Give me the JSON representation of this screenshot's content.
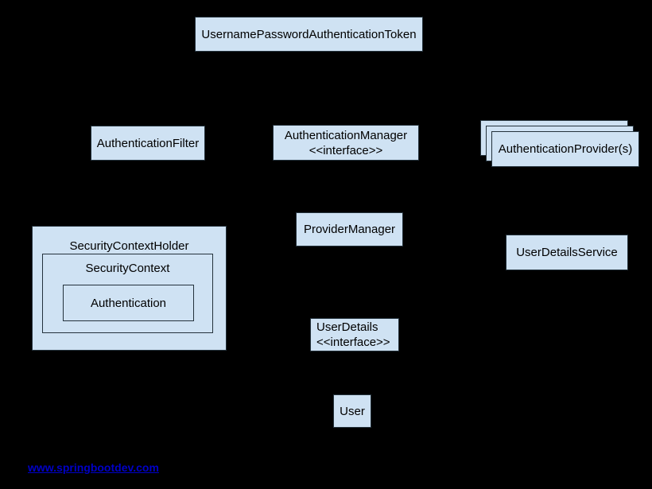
{
  "colors": {
    "background": "#000000",
    "node_fill": "#cfe2f3",
    "node_border": "#24323c",
    "node_text": "#000000",
    "link_color": "#0000c8"
  },
  "nodes": {
    "token": {
      "label": "UsernamePasswordAuthenticationToken"
    },
    "authentication_filter": {
      "label": "AuthenticationFilter"
    },
    "authentication_manager": {
      "label": "AuthenticationManager",
      "stereotype": "<<interface>>"
    },
    "authentication_providers": {
      "label": "AuthenticationProvider(s)"
    },
    "security_context_holder": {
      "label": "SecurityContextHolder"
    },
    "security_context": {
      "label": "SecurityContext"
    },
    "authentication": {
      "label": "Authentication"
    },
    "provider_manager": {
      "label": "ProviderManager"
    },
    "user_details_service": {
      "label": "UserDetailsService"
    },
    "user_details": {
      "label": "UserDetails",
      "stereotype": "<<interface>>"
    },
    "user": {
      "label": "User"
    }
  },
  "footer": {
    "link": "www.springbootdev.com"
  }
}
